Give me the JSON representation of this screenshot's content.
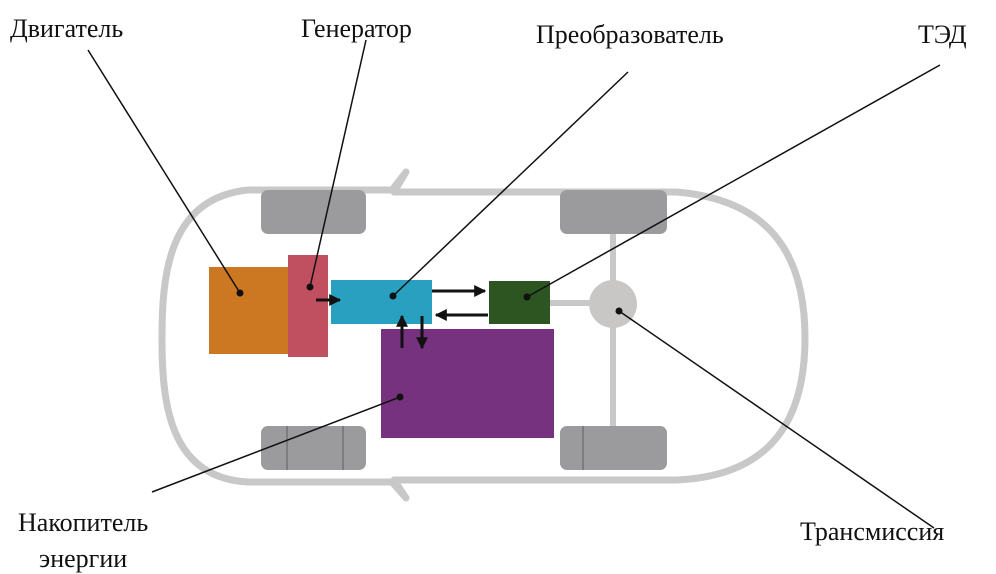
{
  "labels": {
    "engine": "Двигатель",
    "generator": "Генератор",
    "converter": "Преобразователь",
    "traction_motor": "ТЭД",
    "storage_line1": "Накопитель",
    "storage_line2": "энергии",
    "transmission": "Трансмиссия"
  },
  "colors": {
    "car_body": "#c8c8c8",
    "wheel": "#9b9b9d",
    "engine": "#cc7722",
    "generator": "#c05060",
    "converter": "#2aa0c0",
    "traction_motor": "#2c5522",
    "storage": "#76327e",
    "transmission": "#c9c6c6",
    "leader_line": "#111111",
    "arrow": "#111111"
  }
}
